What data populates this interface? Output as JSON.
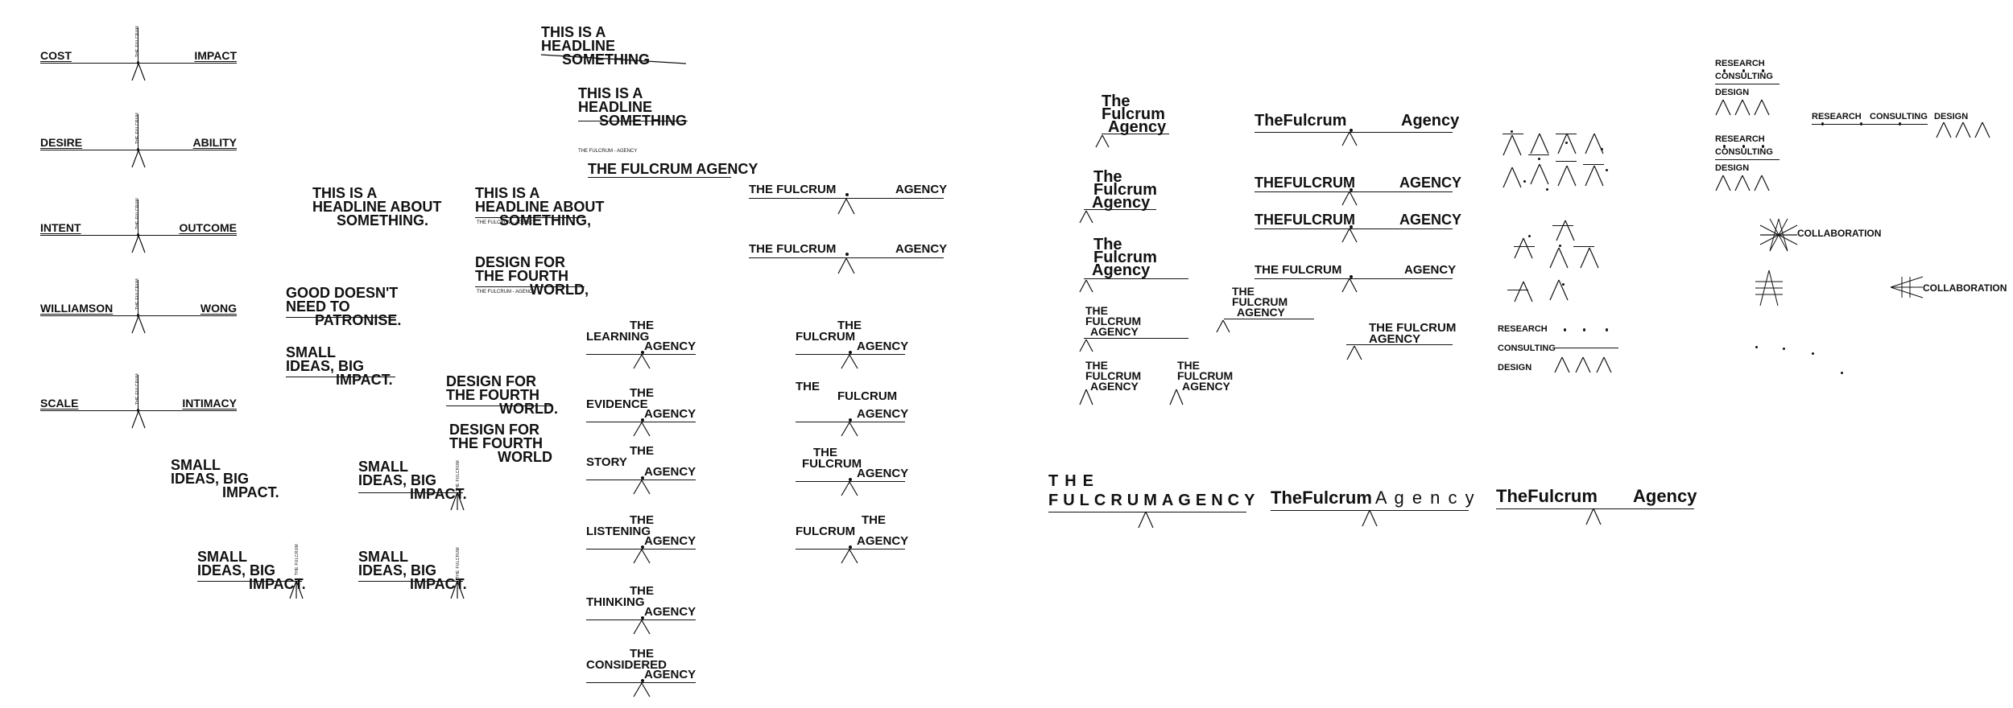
{
  "pairs": [
    {
      "left": "COST",
      "right": "IMPACT"
    },
    {
      "left": "DESIRE",
      "right": "ABILITY"
    },
    {
      "left": "INTENT",
      "right": "OUTCOME"
    },
    {
      "left": "WILLIAMSON",
      "right": "WONG"
    },
    {
      "left": "SCALE",
      "right": "INTIMACY"
    }
  ],
  "rotated_tag": "THE FULCRUM",
  "tiny_tag": "THE FULCRUM - AGENCY",
  "small_ideas": [
    "SMALL",
    "IDEAS, BIG",
    "IMPACT."
  ],
  "small_ideas_nodot": [
    "SMALL",
    "IDEAS, BIG",
    "IMPACT"
  ],
  "headline_about": [
    "THIS IS A",
    "HEADLINE ABOUT",
    "SOMETHING."
  ],
  "headline_about_comma": [
    "THIS IS A",
    "HEADLINE ABOUT",
    "SOMETHING,"
  ],
  "good_doesnt": [
    "GOOD DOESN'T",
    "NEED TO",
    "PATRONISE."
  ],
  "small_ideas_comma": [
    "SMALL",
    "IDEAS, BIG",
    "IMPACT."
  ],
  "design_fourth": [
    "DESIGN FOR",
    "THE FOURTH",
    "WORLD."
  ],
  "design_fourth_comma": [
    "DESIGN FOR",
    "THE FOURTH",
    "WORLD,"
  ],
  "design_fourth_plain": [
    "DESIGN FOR",
    "THE FOURTH",
    "WORLD"
  ],
  "headline_something": [
    "THIS IS A",
    "HEADLINE",
    "SOMETHING"
  ],
  "the_fulcrum_agency": "THE FULCRUM AGENCY",
  "the_fulcrum": "THE FULCRUM",
  "agency": "AGENCY",
  "the": "THE",
  "fulcrum": "FULCRUM",
  "the_stack": [
    "LEARNING",
    "EVIDENCE",
    "STORY",
    "LISTENING",
    "THINKING",
    "CONSIDERED"
  ],
  "wordmark": {
    "the": "The",
    "fulcrum": "Fulcrum",
    "agency": "Agency",
    "joined": "TheFulcrum",
    "caps_joined": "THEFULCRUM"
  },
  "the_fulcrum_stack": [
    "THE",
    "FULCRUM",
    "AGENCY"
  ],
  "spaced_a": "THE",
  "spaced_b": "FULCRUMAGENCY",
  "spaced_agency": "A g e n c y",
  "services": [
    "RESEARCH",
    "CONSULTING",
    "DESIGN"
  ],
  "collaboration": "COLLABORATION"
}
